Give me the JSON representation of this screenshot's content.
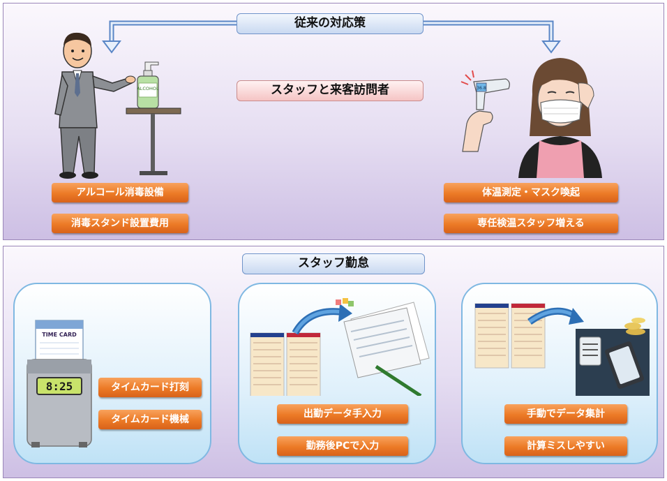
{
  "top_section": {
    "title": "従来の対応策",
    "subtitle": "スタッフと来客訪問者",
    "left_labels": [
      "アルコール消毒設備",
      "消毒スタンド設置費用"
    ],
    "right_labels": [
      "体温測定・マスク喚起",
      "専任検温スタッフ増える"
    ],
    "bottle_label": "ALCOHOL",
    "thermometer_reading": "36.8"
  },
  "bottom_section": {
    "title": "スタッフ勤怠",
    "cards": [
      {
        "labels": [
          "タイムカード打刻",
          "タイムカード機械"
        ],
        "card_text": "TIME CARD",
        "clock_display": "8:25"
      },
      {
        "labels": [
          "出勤データ手入力",
          "勤務後PCで入力"
        ]
      },
      {
        "labels": [
          "手動でデータ集計",
          "計算ミスしやすい"
        ]
      }
    ]
  },
  "colors": {
    "panel_border": "#9a86b8",
    "orange": "#ec7a26",
    "blue_pill": "#c9d9f1",
    "pink_pill": "#f5c4c4",
    "card_border": "#7fb8e2"
  }
}
